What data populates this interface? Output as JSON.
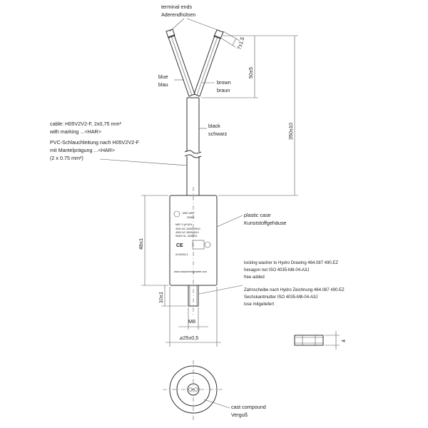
{
  "labels": {
    "terminal_ends_en": "terminal ends",
    "terminal_ends_de": "Aderendhülsen",
    "blue_en": "blue",
    "blue_de": "blau",
    "brown_en": "brown",
    "brown_de": "braun",
    "black_en": "black",
    "black_de": "schwarz",
    "cable_line1": "cable: H05V2V2-F, 2x0,75 mm²",
    "cable_line2": "with marking ...<HAR>",
    "cable_line3": "PVC-Schlauchleitung nach H05V2V2-F",
    "cable_line4": "mit Mantelprägung ...<HAR>",
    "cable_line5": "(2 x 0.75 mm²)",
    "plastic_case_en": "plastic case",
    "plastic_case_de": "Kunststoffgehäuse",
    "washer_line1": "locking washer to Hydro Drawing 464.087 490.EZ",
    "washer_line2": "hexagon nut ISO 4035-M8-04-A3J",
    "washer_line3": "free added",
    "washer_line4": "Zahnscheibe nach Hydro Zeichnung 464.087 490.EZ",
    "washer_line5": "Sechskantmutter ISO 4035-M8-04-A3J",
    "washer_line6": "lose mitgeliefert",
    "cast_compound_en": "cast compound",
    "cast_compound_de": "Verguß"
  },
  "dimensions": {
    "strip_length": "7±1.5",
    "wire_length": "50±5",
    "total_length": "350±10",
    "body_length": "48±1",
    "thread_length": "10±1",
    "thread_size": "M8",
    "diameter": "⌀25±0,5",
    "nut_height": "4"
  },
  "case_marking": {
    "line1": "MSD MKP",
    "line2": "3/28IS",
    "line3": "MKP 3 µF±5%",
    "line4": "400V AC 10000h/B10",
    "line5": "450V AC 3000h/B10",
    "line6": "50/60 Hz -25/85/21",
    "ce": "CE",
    "line7": "IN 60252-1",
    "line8": "www.maschinengeraete.com"
  }
}
